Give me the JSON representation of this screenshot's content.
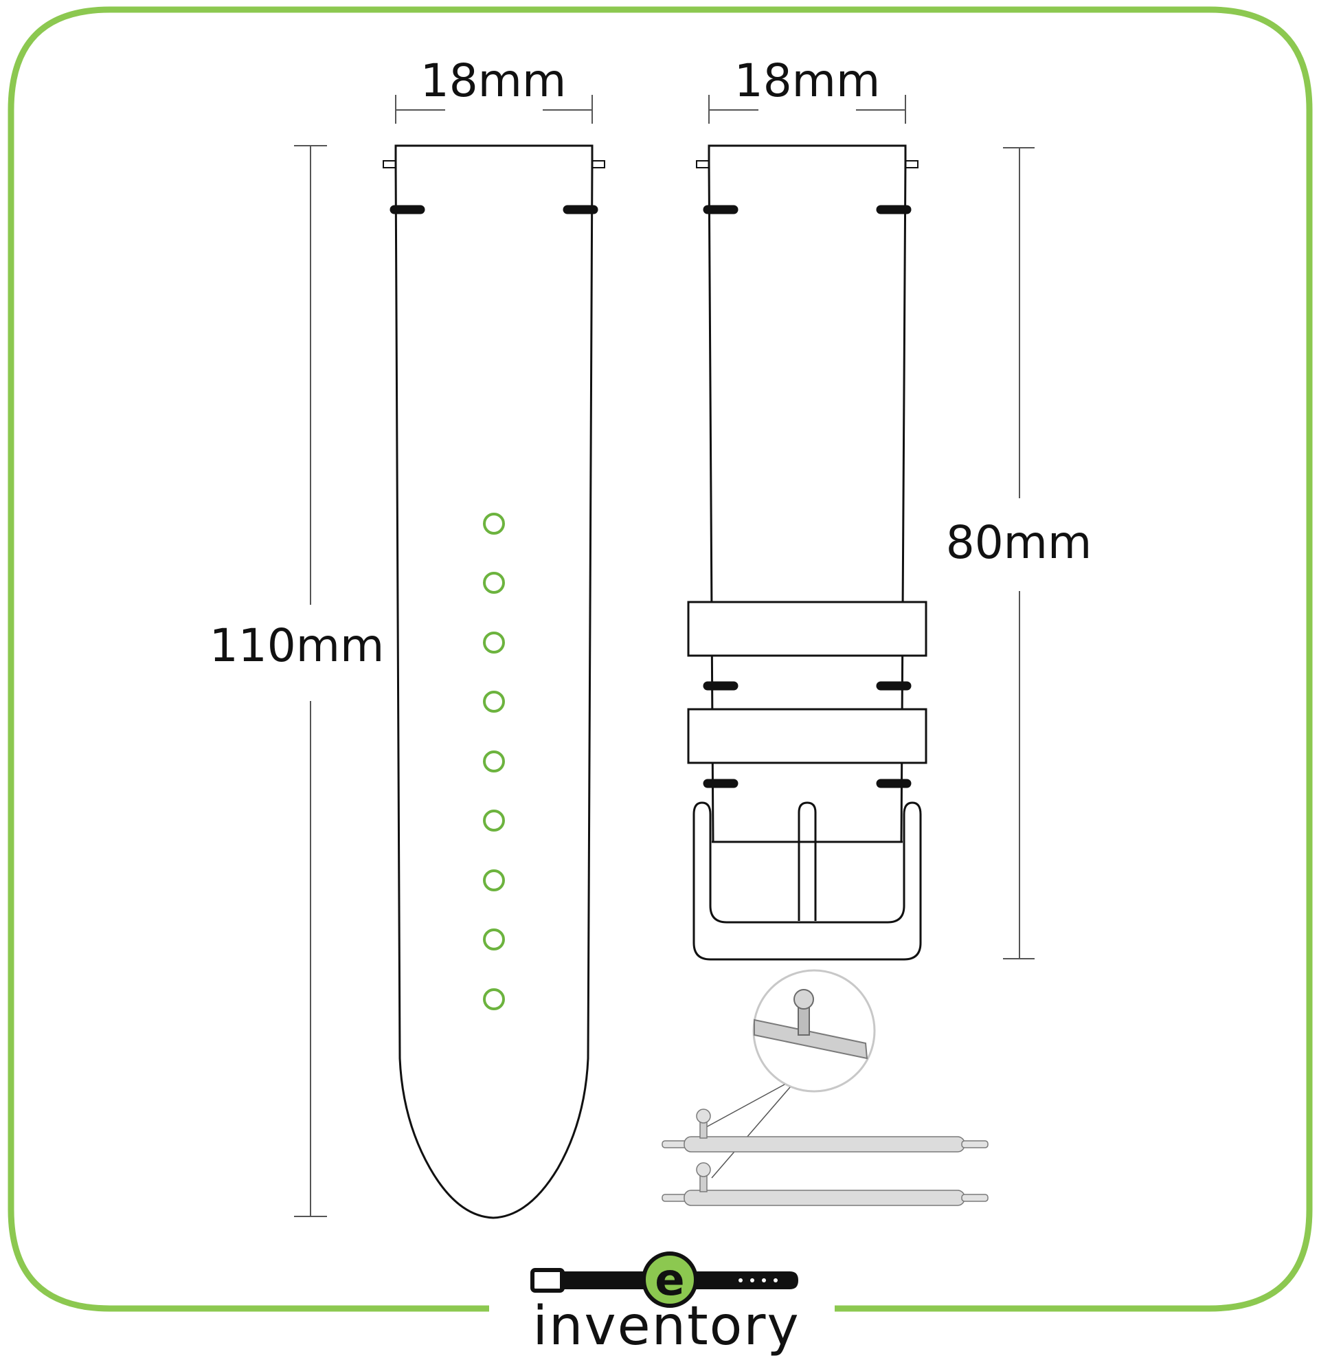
{
  "dimensions": {
    "long_strap_width": "18mm",
    "short_strap_width": "18mm",
    "long_strap_length": "110mm",
    "short_strap_length": "80mm"
  },
  "logo": {
    "letter": "e",
    "word": "inventory"
  },
  "colors": {
    "frame": "#8cc850",
    "outline": "#111111",
    "holes": "#6cb33e",
    "guide": "#555555",
    "pin": "#b0b0b0"
  }
}
